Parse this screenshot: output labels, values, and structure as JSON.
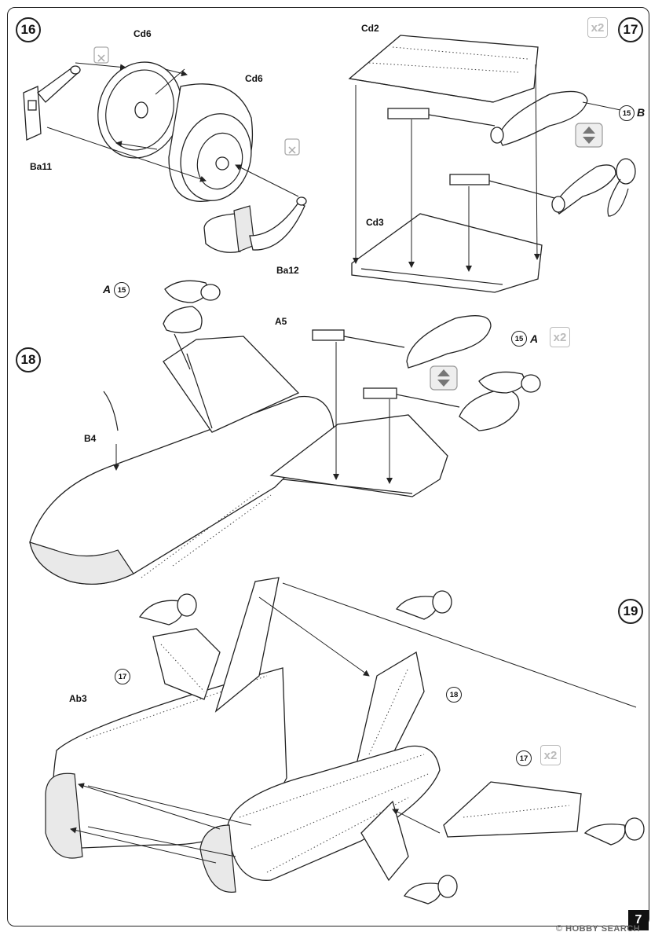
{
  "steps": {
    "s16": "16",
    "s17": "17",
    "s18": "18",
    "s19": "19"
  },
  "labels": {
    "cd6_a": "Cd6",
    "cd6_b": "Cd6",
    "ba11": "Ba11",
    "ba12": "Ba12",
    "cd2": "Cd2",
    "cd3": "Cd3",
    "a5": "A5",
    "b4": "B4",
    "ab3": "Ab3"
  },
  "refs": {
    "r15_b": "15",
    "r15_a_top": "15",
    "r15_a_right": "15",
    "r17_left": "17",
    "r18": "18",
    "r17_right": "17"
  },
  "side_letters": {
    "b": "B",
    "a_top": "A",
    "a_right": "A"
  },
  "multipliers": {
    "x2_step17": "x2",
    "x2_step18": "x2",
    "x2_step19": "x2"
  },
  "page_number": "7",
  "watermark": {
    "brand": "HOBBY SEARCH",
    "copyright": "©"
  },
  "icons": [
    "no-glue-icon",
    "flip-over-icon",
    "arrow-icon"
  ]
}
